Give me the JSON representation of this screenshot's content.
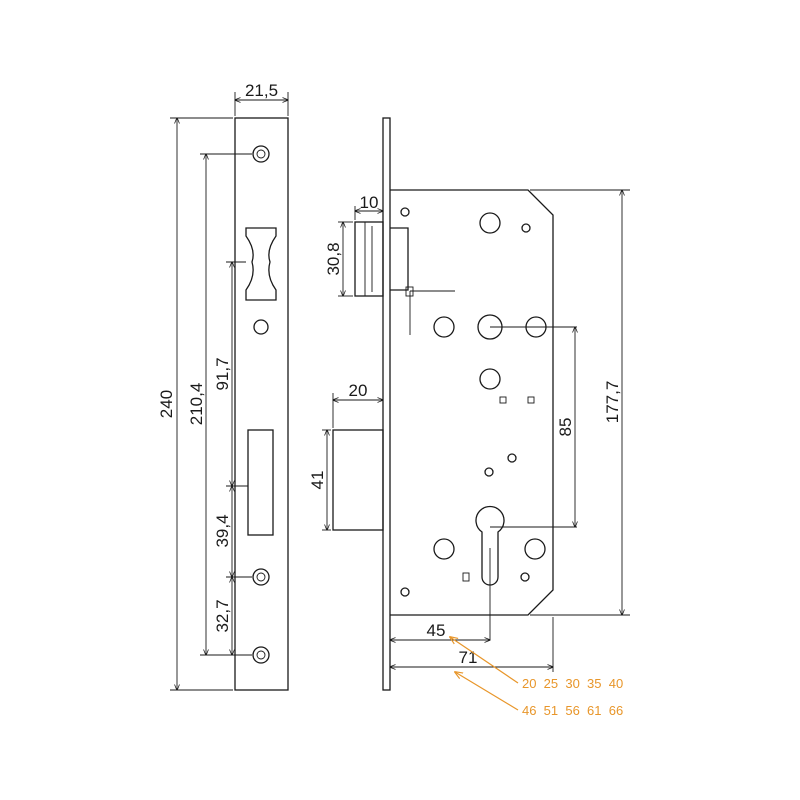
{
  "faceplate": {
    "width_label": "21,5",
    "height_label": "240",
    "holes_span_label": "210,4",
    "upper_span_label": "91,7",
    "lower_span_label": "39,4",
    "bottom_span_label": "32,7"
  },
  "body": {
    "latch_width_label": "10",
    "latch_height_label": "30,8",
    "bolt_width_label": "20",
    "bolt_height_label": "41",
    "centre_distance_label": "85",
    "case_height_label": "177,7",
    "backset_label": "45",
    "case_depth_label": "71"
  },
  "options": {
    "backset_options": "20  25  30  35  40",
    "depth_options": "46  51  56  61  66",
    "accent_color": "#e8962a"
  }
}
